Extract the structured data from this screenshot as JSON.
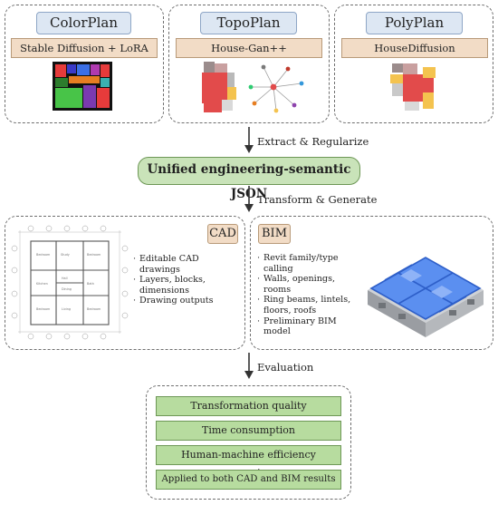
{
  "top_panels": [
    {
      "title": "ColorPlan",
      "method": "Stable Diffusion + LoRA"
    },
    {
      "title": "TopoPlan",
      "method": "House-Gan++"
    },
    {
      "title": "PolyPlan",
      "method": "HouseDiffusion"
    }
  ],
  "arrows": {
    "step1": "Extract & Regularize",
    "step2": "Transform & Generate",
    "step3": "Evaluation"
  },
  "json_box": "Unified engineering-semantic JSON",
  "cad": {
    "label": "CAD",
    "bullets": [
      "Editable CAD drawings",
      "Layers, blocks, dimensions",
      "Drawing outputs"
    ]
  },
  "bim": {
    "label": "BIM",
    "bullets": [
      "Revit family/type calling",
      "Walls, openings, rooms",
      "Ring beams, lintels, floors, roofs",
      "Preliminary BIM model"
    ]
  },
  "evaluation_items": [
    "Transformation quality",
    "Time consumption",
    "Human-machine efficiency comparison",
    "Applied to both CAD and BIM results"
  ],
  "colors": {
    "title_fill": "#dde7f3",
    "method_fill": "#f2dcc6",
    "json_fill": "#c9e3b9",
    "eval_fill": "#b7dc9f"
  }
}
